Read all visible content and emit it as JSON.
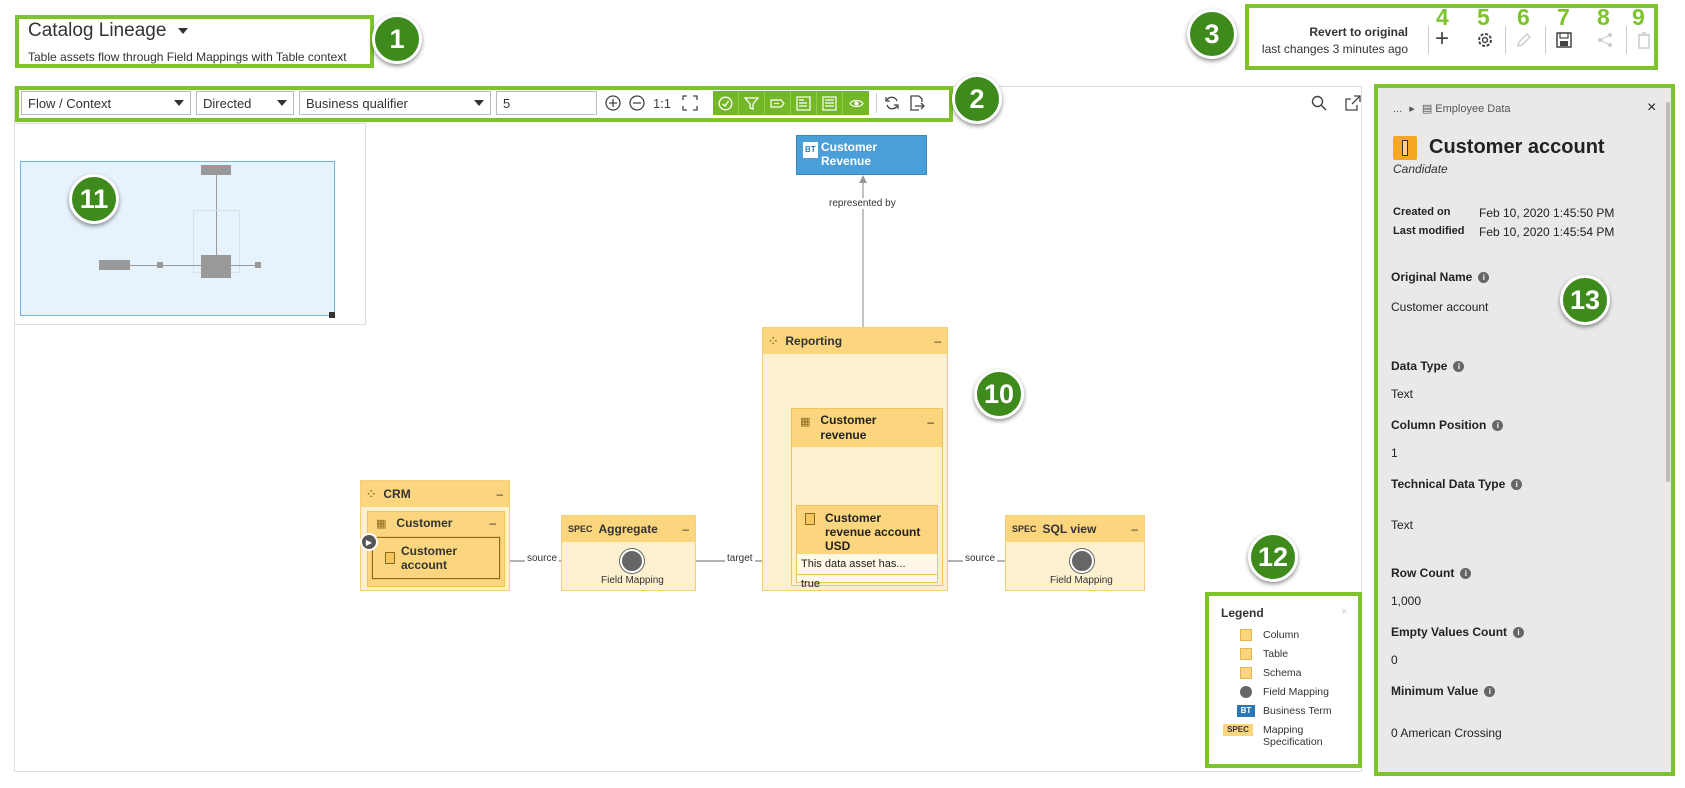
{
  "header": {
    "title": "Catalog Lineage",
    "subtitle": "Table assets flow through Field Mappings with Table context"
  },
  "toolbar": {
    "view_select": "Flow / Context",
    "direction_select": "Directed",
    "qualifier_select": "Business qualifier",
    "depth_value": "5",
    "zoom_reset": "1:1"
  },
  "actions": {
    "revert_label": "Revert to original",
    "last_changes": "last changes 3 minutes ago"
  },
  "badges": [
    "1",
    "2",
    "3",
    "4",
    "5",
    "6",
    "7",
    "8",
    "9",
    "10",
    "11",
    "12",
    "13"
  ],
  "graph": {
    "business_term": {
      "tag": "BT",
      "label": "Customer Revenue"
    },
    "represented_by": "represented by",
    "crm": {
      "label": "CRM",
      "table": "Customer",
      "column": "Customer account"
    },
    "aggregate": {
      "tag": "SPEC",
      "label": "Aggregate",
      "fm_label": "Field Mapping"
    },
    "reporting": {
      "label": "Reporting",
      "table": "Customer revenue",
      "column": "Customer revenue account USD",
      "desc": "This data asset has...",
      "bool": "true"
    },
    "sqlview": {
      "tag": "SPEC",
      "label": "SQL view",
      "fm_label": "Field Mapping"
    },
    "edges": {
      "source1": "source",
      "target": "target",
      "source2": "source"
    },
    "minus": "–"
  },
  "legend": {
    "title": "Legend",
    "close": "×",
    "items": [
      {
        "icon": "column-icon",
        "label": "Column"
      },
      {
        "icon": "table-icon",
        "label": "Table"
      },
      {
        "icon": "schema-icon",
        "label": "Schema"
      },
      {
        "icon": "field-mapping-icon",
        "label": "Field Mapping"
      },
      {
        "icon": "business-term-icon",
        "tag": "BT",
        "label": "Business Term"
      },
      {
        "icon": "mapping-spec-icon",
        "tag": "SPEC",
        "label": "Mapping Specification"
      }
    ]
  },
  "panel": {
    "breadcrumb_ellipsis": "...",
    "breadcrumb_parent": "Employee Data",
    "close": "×",
    "asset_name": "Customer account",
    "status": "Candidate",
    "created_label": "Created on",
    "created_value": "Feb 10, 2020 1:45:50 PM",
    "modified_label": "Last modified",
    "modified_value": "Feb 10, 2020 1:45:54 PM",
    "attributes": [
      {
        "label": "Original Name",
        "value": "Customer account"
      },
      {
        "label": "Data Type",
        "value": "Text"
      },
      {
        "label": "Column Position",
        "value": "1"
      },
      {
        "label": "Technical Data Type",
        "value": "Text"
      },
      {
        "label": "Row Count",
        "value": "1,000"
      },
      {
        "label": "Empty Values Count",
        "value": "0"
      },
      {
        "label": "Minimum Value",
        "value": "0 American Crossing"
      }
    ]
  },
  "colors": {
    "highlight": "#7dc32b",
    "badge": "#3e8a1c",
    "node_header": "#fcd67e",
    "group_bg": "#fdf0cf",
    "business_term": "#4a9fd8",
    "panel_bg": "#e9e9e9",
    "toolbar_active": "#74b82a"
  }
}
